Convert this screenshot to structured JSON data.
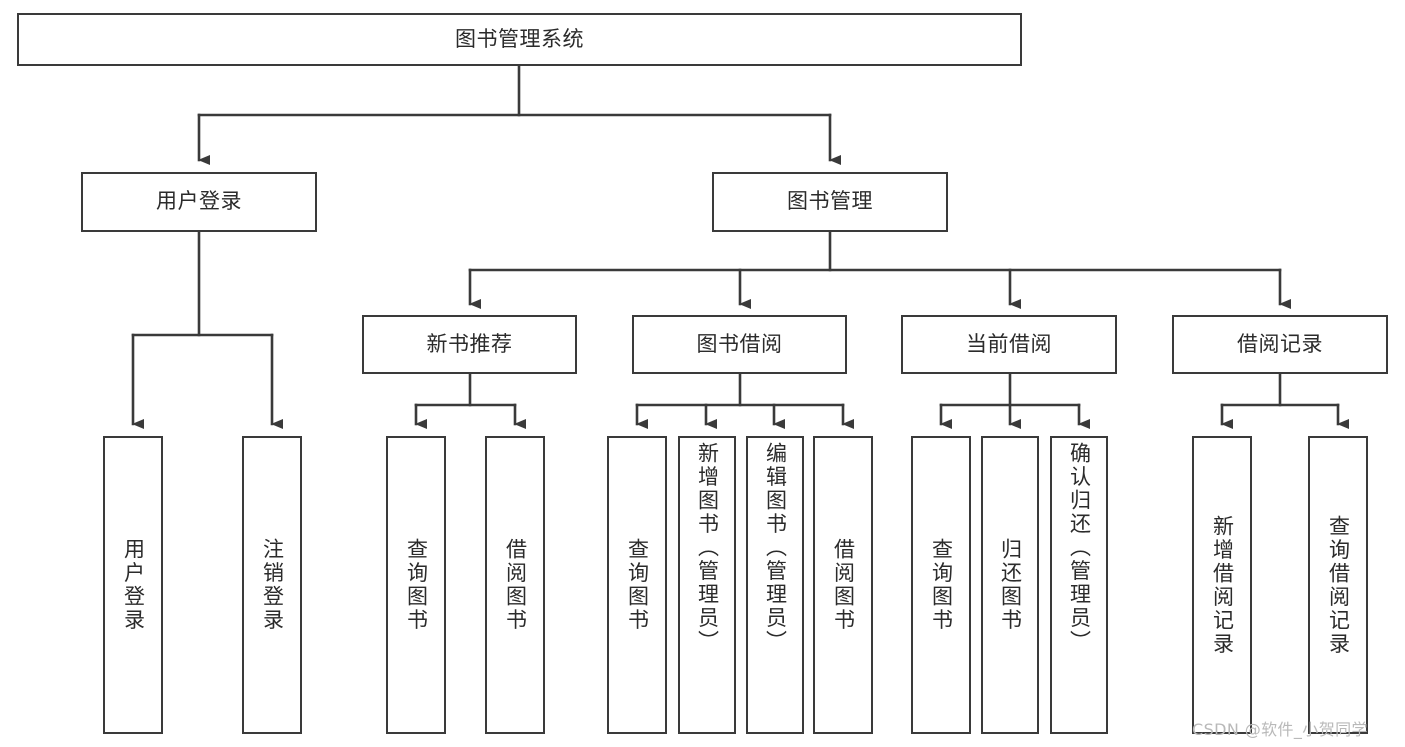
{
  "diagram": {
    "title": "图书管理系统",
    "type": "tree",
    "colors": {
      "box_border": "#3a3a3a",
      "box_fill": "#ffffff",
      "edge": "#3a3a3a",
      "text": "#2b2b2b",
      "watermark": "#b9b9b9"
    },
    "nodes": {
      "root": {
        "label": "图书管理系统",
        "level": 1
      },
      "user_login": {
        "label": "用户登录",
        "level": 2
      },
      "book_mgmt": {
        "label": "图书管理",
        "level": 2
      },
      "new_book_rec": {
        "label": "新书推荐",
        "level": 3
      },
      "book_borrow": {
        "label": "图书借阅",
        "level": 3
      },
      "current_borrow": {
        "label": "当前借阅",
        "level": 3
      },
      "borrow_record": {
        "label": "借阅记录",
        "level": 3
      },
      "leaf_user_login": {
        "label": "用户登录",
        "level": 4
      },
      "leaf_logout": {
        "label": "注销登录",
        "level": 4
      },
      "leaf_query_book_1": {
        "label": "查询图书",
        "level": 4
      },
      "leaf_borrow_book_1": {
        "label": "借阅图书",
        "level": 4
      },
      "leaf_query_book_2": {
        "label": "查询图书",
        "level": 4
      },
      "leaf_add_book": {
        "label": "新增图书（管理员）",
        "level": 4
      },
      "leaf_edit_book": {
        "label": "编辑图书（管理员）",
        "level": 4
      },
      "leaf_borrow_book_2": {
        "label": "借阅图书",
        "level": 4
      },
      "leaf_query_book_3": {
        "label": "查询图书",
        "level": 4
      },
      "leaf_return_book": {
        "label": "归还图书",
        "level": 4
      },
      "leaf_confirm_return": {
        "label": "确认归还（管理员）",
        "level": 4
      },
      "leaf_add_record": {
        "label": "新增借阅记录",
        "level": 4
      },
      "leaf_query_record": {
        "label": "查询借阅记录",
        "level": 4
      }
    },
    "edges": [
      {
        "from": "root",
        "to": "user_login"
      },
      {
        "from": "root",
        "to": "book_mgmt"
      },
      {
        "from": "book_mgmt",
        "to": "new_book_rec"
      },
      {
        "from": "book_mgmt",
        "to": "book_borrow"
      },
      {
        "from": "book_mgmt",
        "to": "current_borrow"
      },
      {
        "from": "book_mgmt",
        "to": "borrow_record"
      },
      {
        "from": "user_login",
        "to": "leaf_user_login"
      },
      {
        "from": "user_login",
        "to": "leaf_logout"
      },
      {
        "from": "new_book_rec",
        "to": "leaf_query_book_1"
      },
      {
        "from": "new_book_rec",
        "to": "leaf_borrow_book_1"
      },
      {
        "from": "book_borrow",
        "to": "leaf_query_book_2"
      },
      {
        "from": "book_borrow",
        "to": "leaf_add_book"
      },
      {
        "from": "book_borrow",
        "to": "leaf_edit_book"
      },
      {
        "from": "book_borrow",
        "to": "leaf_borrow_book_2"
      },
      {
        "from": "current_borrow",
        "to": "leaf_query_book_3"
      },
      {
        "from": "current_borrow",
        "to": "leaf_return_book"
      },
      {
        "from": "current_borrow",
        "to": "leaf_confirm_return"
      },
      {
        "from": "borrow_record",
        "to": "leaf_add_record"
      },
      {
        "from": "borrow_record",
        "to": "leaf_query_record"
      }
    ]
  },
  "watermark": {
    "text": "CSDN @软件_小贺同学"
  }
}
